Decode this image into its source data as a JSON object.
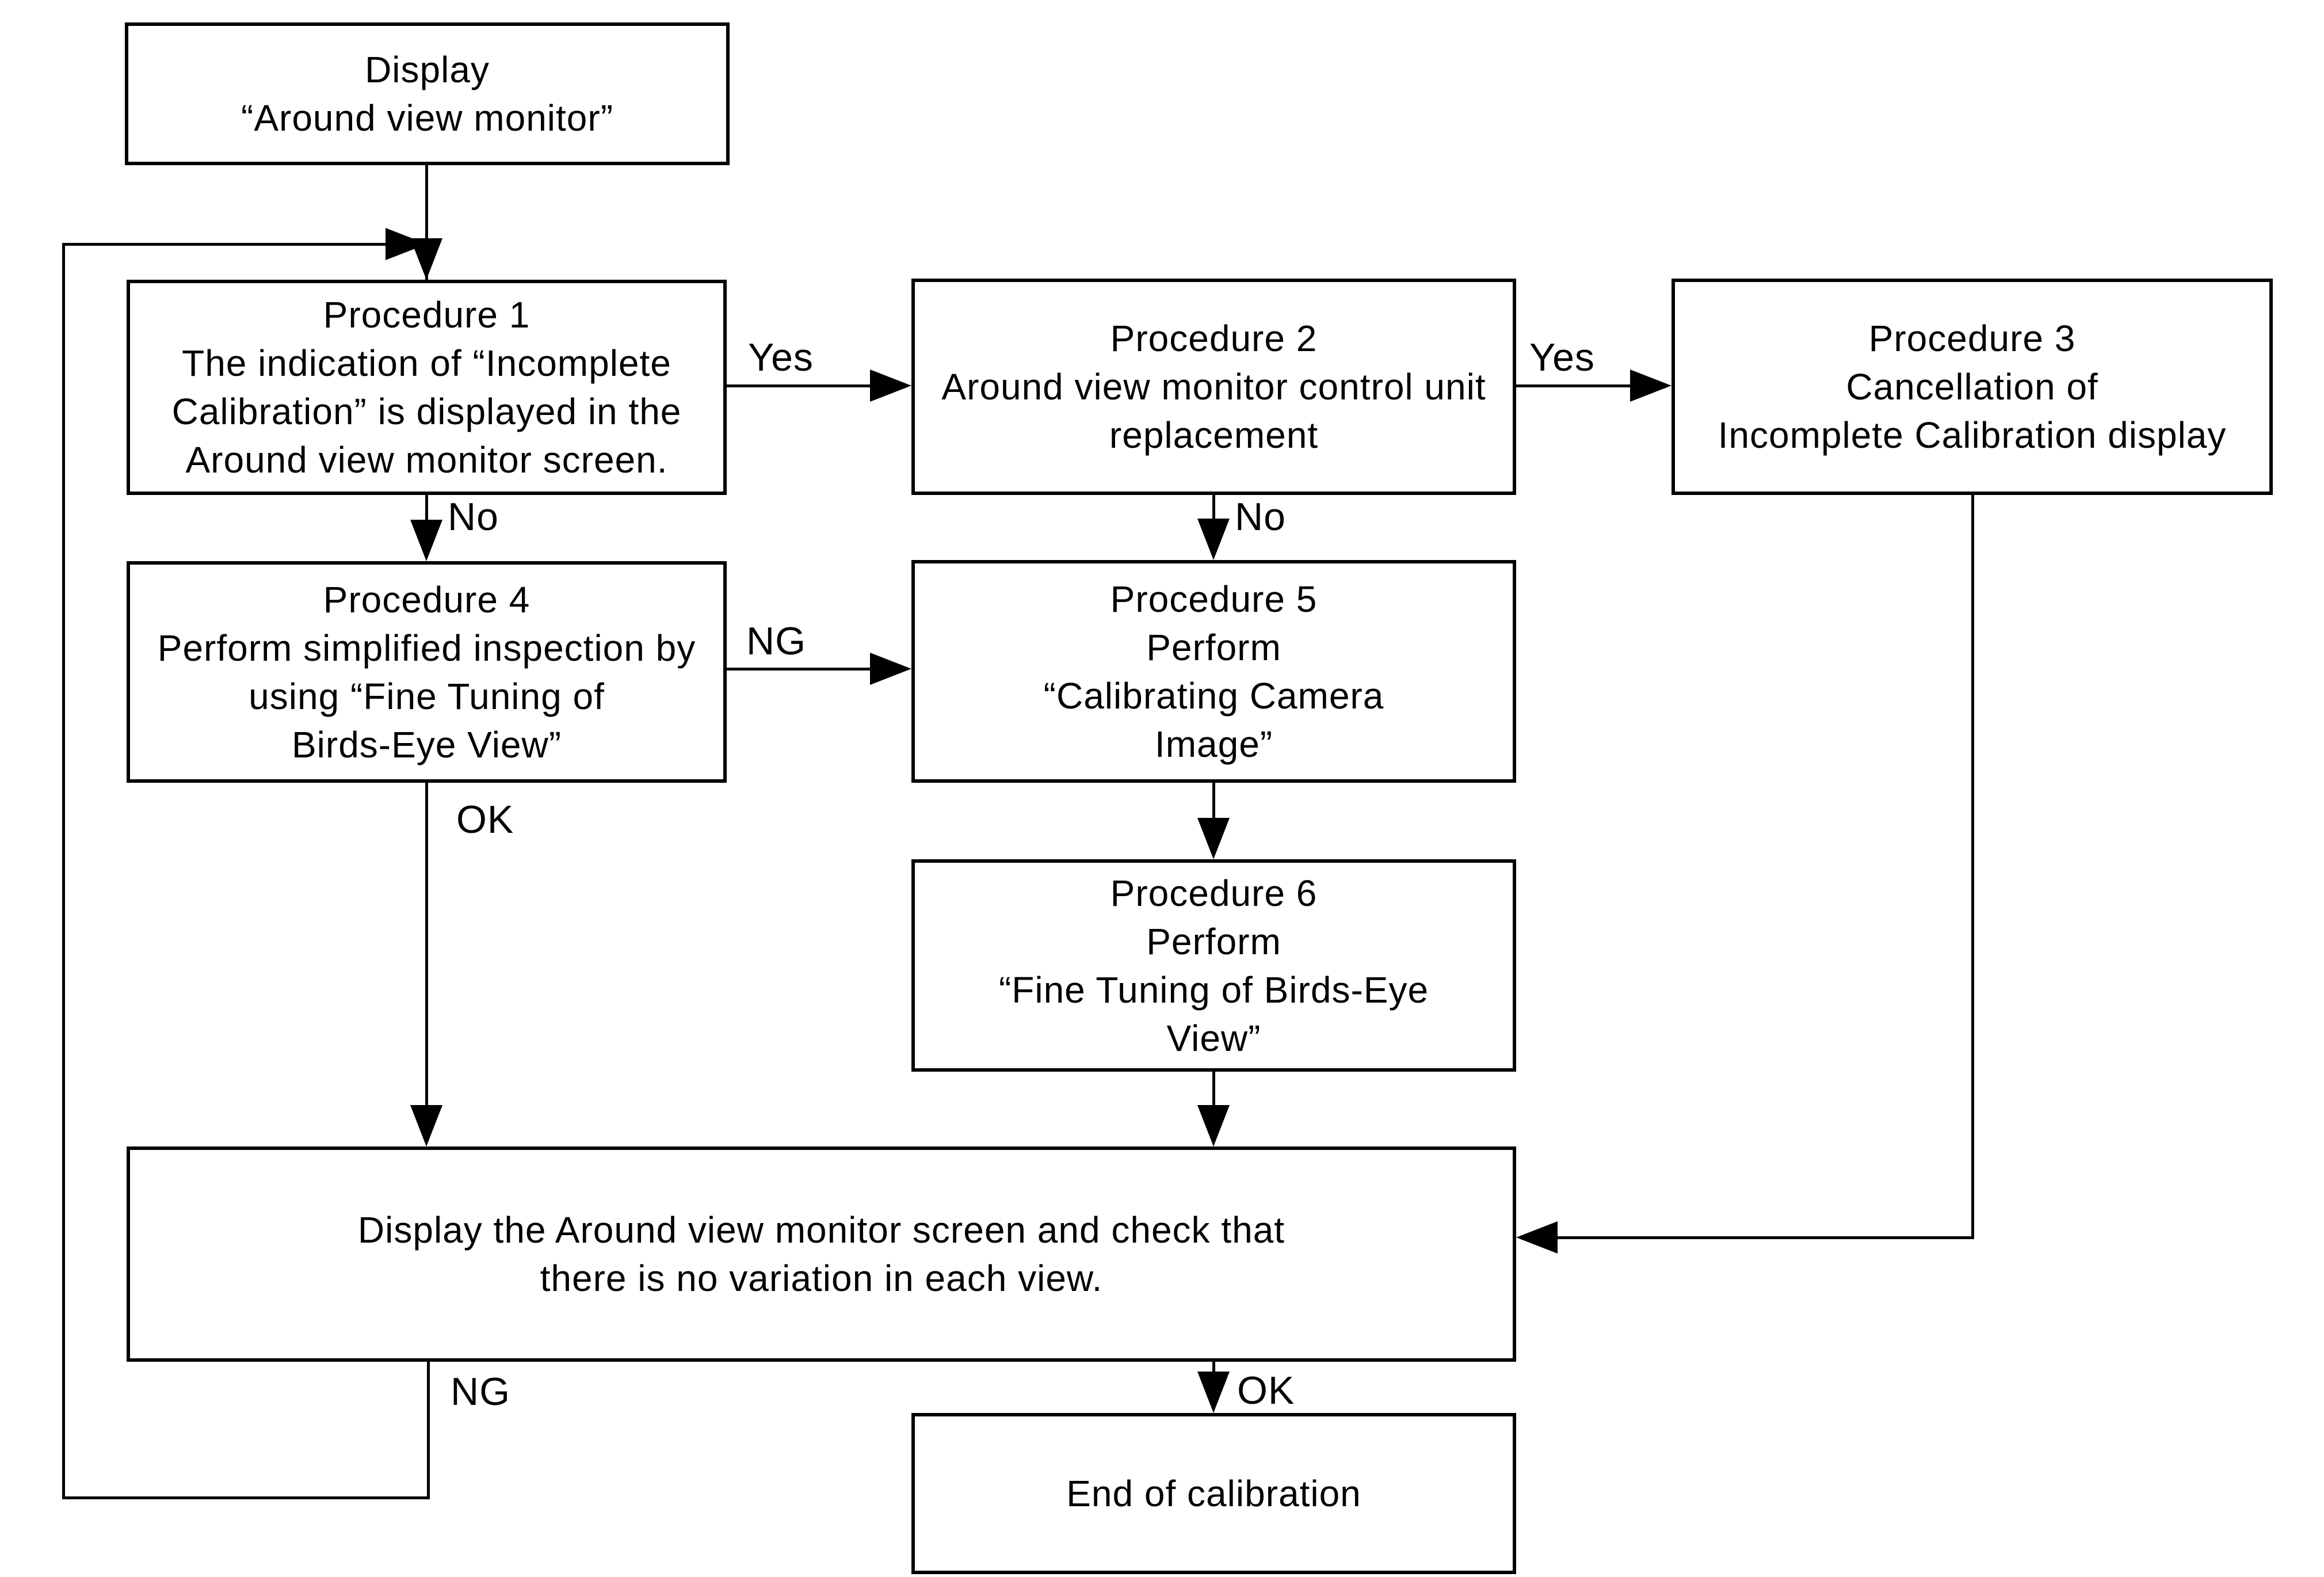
{
  "flowchart": {
    "nodes": {
      "display": {
        "lines": [
          "Display",
          "“Around view monitor”"
        ]
      },
      "p1": {
        "lines": [
          "Procedure 1",
          "The indication of “Incomplete",
          "Calibration” is displayed in the",
          "Around view monitor screen."
        ]
      },
      "p2": {
        "lines": [
          "Procedure 2",
          "Around view monitor control unit",
          "replacement"
        ]
      },
      "p3": {
        "lines": [
          "Procedure 3",
          "Cancellation of",
          "Incomplete Calibration display"
        ]
      },
      "p4": {
        "lines": [
          "Procedure 4",
          "Perform simplified inspection by",
          "using “Fine Tuning of",
          "Birds-Eye View”"
        ]
      },
      "p5": {
        "lines": [
          "Procedure 5",
          "Perform",
          "“Calibrating Camera",
          "Image”"
        ]
      },
      "p6": {
        "lines": [
          "Procedure 6",
          "Perform",
          "“Fine Tuning of Birds-Eye",
          "View”"
        ]
      },
      "check": {
        "lines": [
          "Display the Around view monitor screen and check that",
          "there is no variation in each view."
        ]
      },
      "end": {
        "lines": [
          "End of calibration"
        ]
      }
    },
    "edge_labels": {
      "yes1": "Yes",
      "yes2": "Yes",
      "no1": "No",
      "no2": "No",
      "ng1": "NG",
      "ok1": "OK",
      "ng2": "NG",
      "ok2": "OK"
    },
    "colors": {
      "line": "#000000",
      "background": "#ffffff"
    }
  }
}
